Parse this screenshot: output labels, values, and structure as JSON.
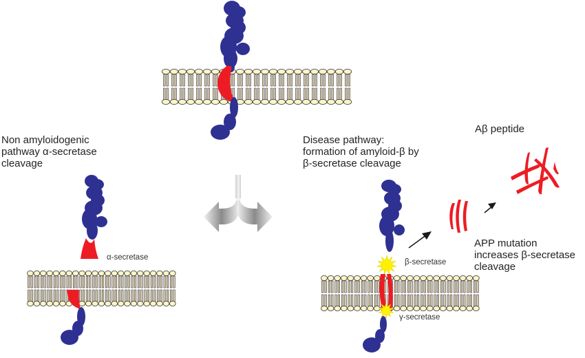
{
  "diagram": {
    "title": "APP processing pathways",
    "colors": {
      "protein": "#2e3192",
      "fragment": "#ed1c24",
      "lipid_head": "#fbf5c8",
      "lipid_tail": "#d9ccb0",
      "outline": "#333333",
      "enzyme_star": "#fff200",
      "arrow": "#1a1a1a"
    },
    "labels": {
      "non_amyloid": "Non amyloidogenic\npathway α-secretase\ncleavage",
      "disease": "Disease pathway:\nformation of amyloid-β by\nβ-secretase cleavage",
      "abeta_peptide": "Aβ peptide",
      "app_mutation": "APP mutation\nincreases β-secretase\ncleavage",
      "alpha_secretase": "α-secretase",
      "beta_secretase": "β-secretase",
      "gamma_secretase": "γ-secretase"
    },
    "panels": [
      {
        "id": "intact-app",
        "state": "APP embedded in membrane"
      },
      {
        "id": "alpha-pathway",
        "state": "α-secretase cleavage releases soluble fragment"
      },
      {
        "id": "beta-pathway",
        "state": "β- and γ-secretase cleavage releases Aβ"
      }
    ],
    "icons": [
      "branching-arrow-icon",
      "lipid-bilayer",
      "app-protein",
      "enzyme-star-icon",
      "abeta-fibril",
      "abeta-monomers"
    ]
  }
}
